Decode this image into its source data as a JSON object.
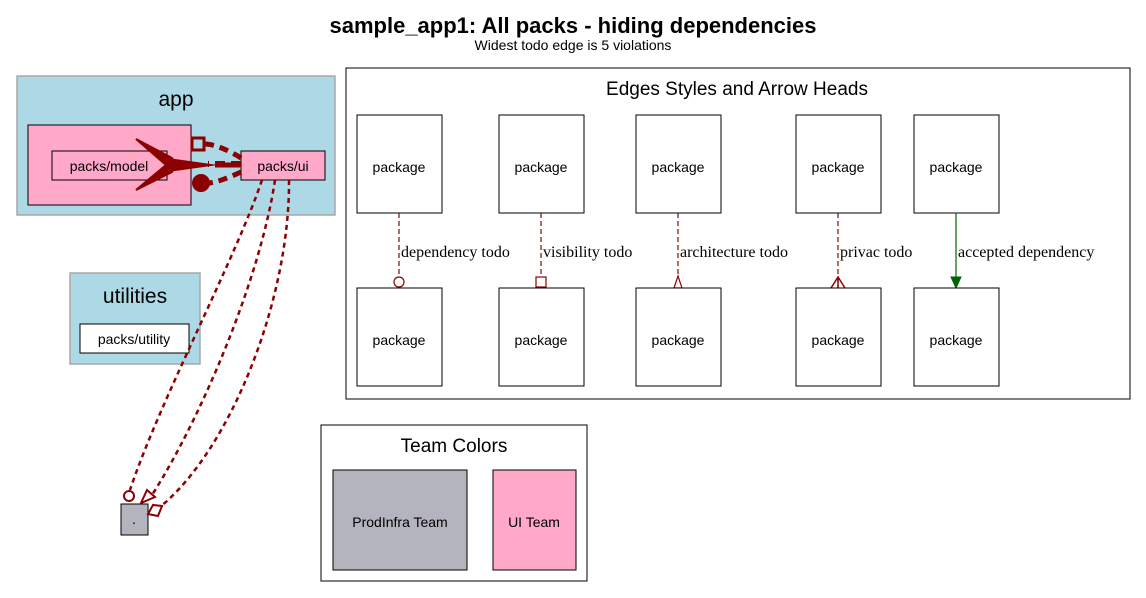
{
  "title": "sample_app1: All packs - hiding dependencies",
  "subtitle": "Widest todo edge is 5 violations",
  "colors": {
    "layer_fill": "#add8e6",
    "layer_border": "#a9a9a9",
    "ui_team": "#ffa8c8",
    "prodinfra_team": "#b4b4be",
    "todo_edge": "#8b0000",
    "accepted_edge": "#006400"
  },
  "layers": {
    "app": {
      "label": "app",
      "packages": {
        "model": "packs/model",
        "ui": "packs/ui"
      }
    },
    "utilities": {
      "label": "utilities",
      "packages": {
        "utility": "packs/utility"
      }
    }
  },
  "root_package": {
    "label": "."
  },
  "legend_edges": {
    "title": "Edges Styles and Arrow Heads",
    "node_label": "package",
    "edges": [
      {
        "label": "dependency todo",
        "style": "dashed",
        "arrowhead": "odot"
      },
      {
        "label": "visibility todo",
        "style": "dashed",
        "arrowhead": "obox"
      },
      {
        "label": "architecture todo",
        "style": "dashed",
        "arrowhead": "onormal"
      },
      {
        "label": "privac todo",
        "style": "dashed",
        "arrowhead": "crow"
      },
      {
        "label": "accepted dependency",
        "style": "solid",
        "arrowhead": "normal"
      }
    ]
  },
  "legend_teams": {
    "title": "Team Colors",
    "teams": [
      {
        "label": "ProdInfra Team",
        "color": "#b4b4be"
      },
      {
        "label": "UI Team",
        "color": "#ffa8c8"
      }
    ]
  }
}
